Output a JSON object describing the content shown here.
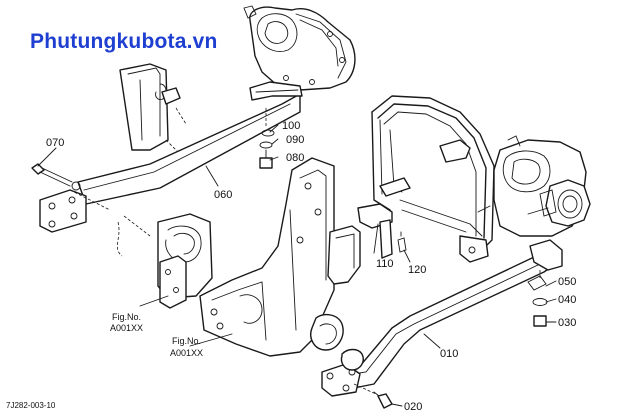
{
  "brand": {
    "text": "Phutungkubota.vn",
    "color": "#1f3fd1"
  },
  "callouts": [
    {
      "id": "p070",
      "text": "070"
    },
    {
      "id": "p100",
      "text": "100"
    },
    {
      "id": "p090",
      "text": "090"
    },
    {
      "id": "p080",
      "text": "080"
    },
    {
      "id": "p060",
      "text": "060"
    },
    {
      "id": "p110",
      "text": "110"
    },
    {
      "id": "p120",
      "text": "120"
    },
    {
      "id": "p050",
      "text": "050"
    },
    {
      "id": "p040",
      "text": "040"
    },
    {
      "id": "p030",
      "text": "030"
    },
    {
      "id": "p010",
      "text": "010"
    },
    {
      "id": "p020",
      "text": "020"
    }
  ],
  "figure_refs": [
    {
      "line1": "Fig.No.",
      "line2": "A001XX"
    },
    {
      "line1": "Fig.No.",
      "line2": "A001XX"
    }
  ],
  "drawing_code": "7J282-003-10"
}
